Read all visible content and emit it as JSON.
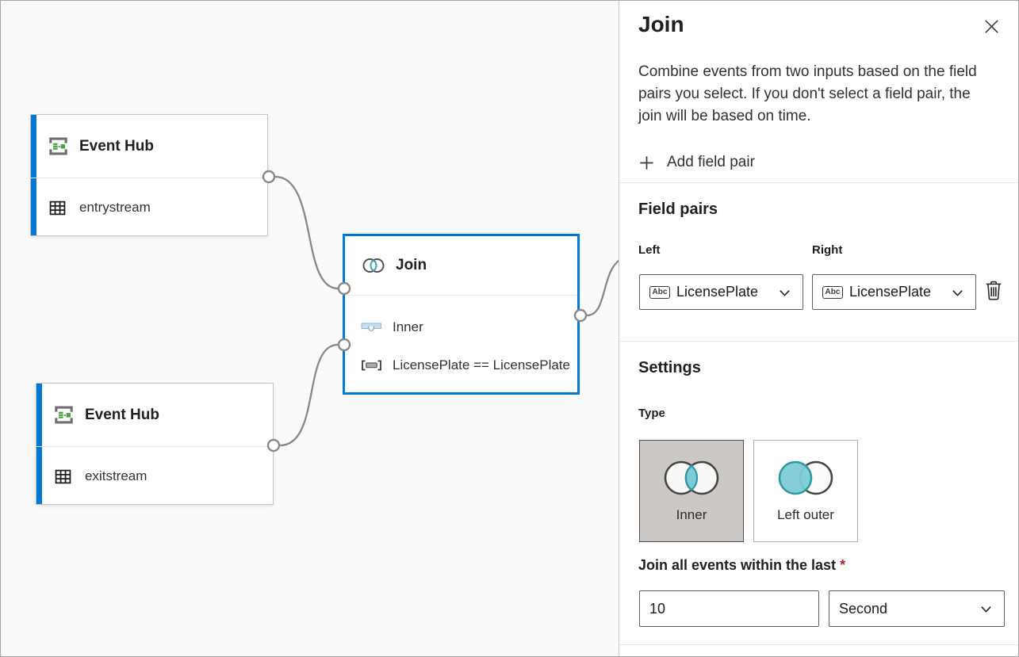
{
  "canvas": {
    "nodes": {
      "event_hub_1": {
        "title": "Event Hub",
        "stream": "entrystream"
      },
      "event_hub_2": {
        "title": "Event Hub",
        "stream": "exitstream"
      },
      "join": {
        "title": "Join",
        "join_type": "Inner",
        "condition": "LicensePlate == LicensePlate"
      }
    }
  },
  "panel": {
    "title": "Join",
    "description": "Combine events from two inputs based on the field pairs you select. If you don't select a field pair, the join will be based on time.",
    "add_field_pair_label": "Add field pair",
    "field_pairs": {
      "heading": "Field pairs",
      "left_label": "Left",
      "right_label": "Right",
      "left_value": "LicensePlate",
      "right_value": "LicensePlate",
      "field_type_badge_left": "Abc",
      "field_type_badge_right": "Abc"
    },
    "settings": {
      "heading": "Settings",
      "type_label": "Type",
      "options": [
        {
          "label": "Inner",
          "selected": true
        },
        {
          "label": "Left outer",
          "selected": false
        }
      ],
      "window_label": "Join all events within the last",
      "required_marker": "*",
      "window_value": "10",
      "window_unit": "Second"
    }
  },
  "colors": {
    "accent": "#0078d4",
    "teal_fill": "#7dccd5",
    "teal_stroke": "#2f99a3",
    "canvas_bg": "#fafafa",
    "required": "#a4262c"
  }
}
